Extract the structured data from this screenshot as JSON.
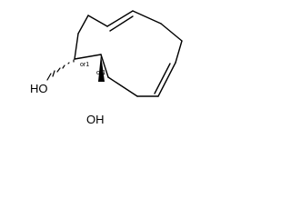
{
  "molecule": {
    "atoms": {
      "oh_upper": "HO",
      "oh_lower": "OH"
    },
    "stereo_labels": {
      "c1": "or1",
      "c2": "or1"
    },
    "colors": {
      "bond": "#000000",
      "background": "#ffffff"
    }
  }
}
